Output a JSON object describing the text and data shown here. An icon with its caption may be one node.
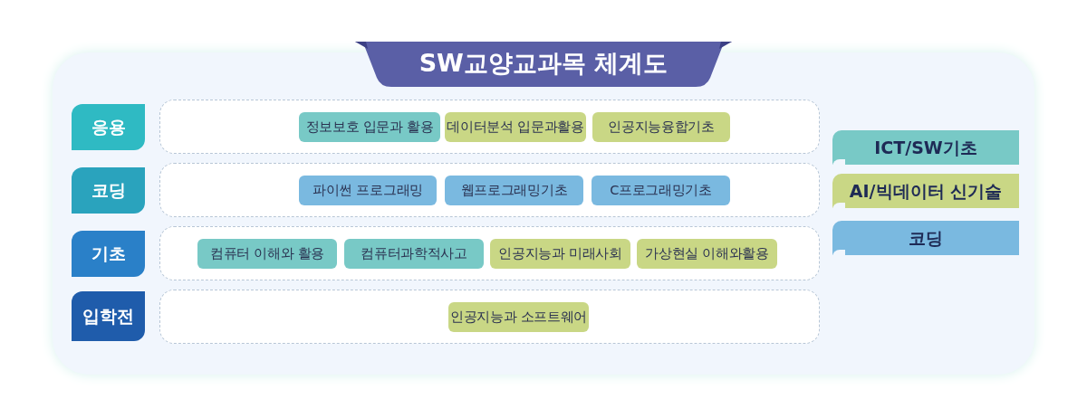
{
  "diagram": {
    "title": "SW교양교과목 체계도",
    "nodes": [
      {
        "text": [
          "응용"
        ]
      },
      {
        "text": [],
        "shape": "box"
      },
      {
        "text": [
          "정보보호 입문과 활용"
        ],
        "in": 1
      },
      {
        "text": [
          "데이터분석 입문과활용"
        ],
        "in": 1
      },
      {
        "text": [
          "인공지능융합기초"
        ],
        "in": 1
      },
      {
        "text": [
          "코딩"
        ]
      },
      {
        "text": [],
        "shape": "box"
      },
      {
        "text": [
          "파이썬 프로그래밍"
        ],
        "in": 6
      },
      {
        "text": [
          "웹프로그래밍기초"
        ],
        "in": 6
      },
      {
        "text": [
          "C프로그래밍기초"
        ],
        "in": 6
      },
      {
        "text": [
          "기초"
        ]
      },
      {
        "text": [],
        "shape": "box"
      },
      {
        "text": [
          "컴퓨터 이해와 활용"
        ],
        "in": 11
      },
      {
        "text": [
          "컴퓨터과학적사고"
        ],
        "in": 11
      },
      {
        "text": [
          "인공지능과 미래사회"
        ],
        "in": 11
      },
      {
        "text": [
          "가상현실 이해와활용"
        ],
        "in": 11
      },
      {
        "text": [
          "입학전"
        ]
      },
      {
        "text": [],
        "shape": "box"
      },
      {
        "text": [
          "인공지능과 소프트웨어"
        ],
        "in": 17
      }
    ],
    "legend": [
      {
        "text": "ICT/SW기초",
        "color": "#78c9c6"
      },
      {
        "text": "AI/빅데이터 신기술",
        "color": "#c9d785"
      },
      {
        "text": "코딩",
        "color": "#7ab9e0"
      }
    ]
  }
}
